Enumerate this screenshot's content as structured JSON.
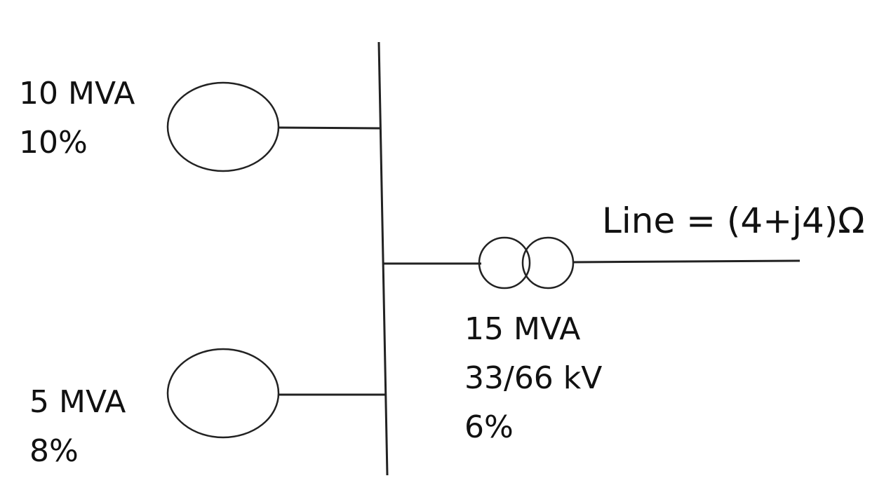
{
  "generator_1": {
    "rating": "10 MVA",
    "reactance": "10%"
  },
  "generator_2": {
    "rating": "5 MVA",
    "reactance": "8%"
  },
  "transformer": {
    "rating": "15 MVA",
    "voltage": "33/66 kV",
    "reactance": "6%"
  },
  "line": {
    "label": "Line = (4+j4)Ω"
  }
}
